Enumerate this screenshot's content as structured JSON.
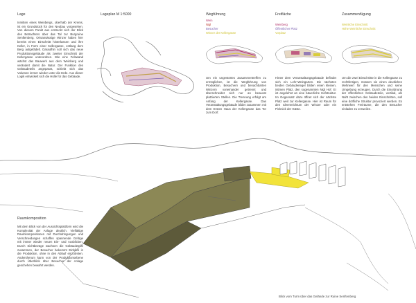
{
  "sections": {
    "lage": {
      "heading": "Lage",
      "text": "Inmitten eines Weinbergs, oberhalb der Krems, ist ein Grundstück für den Neubau vorgesehen. Von diesem Punkt aus erstreckt sich der Blick des Betrachters über das Tal zur Burgruine Senftenberg. Ortsansässige Winzer haben hier bereits einen Einschnitt hinterlassen und ihre Keller, in Form einer Kellergasse, entlang dem Berg aufgefädelt. Daraufhin soll sich das neue Produktionsgebäude als zweiter Einschnitt der Kellergasse unterordnen. Wie eine Felswand wächst das Bauwerk aus dem Weinberg und verändert damit die Natur. Der Funktion des Gebäudeteils angepasst, schiebt sich das Volumen immer wieder unter die Erde. Aus dieser Logik entwickelt sich die Hülle für das Gebäude."
    },
    "lageplan": {
      "heading": "Lageplan M 1:5000"
    },
    "wegfuehrung": {
      "heading": "Wegführung",
      "legend": [
        {
          "label": "Wein",
          "color": "#b2336a"
        },
        {
          "label": "Nigl",
          "color": "#b83a2e"
        },
        {
          "label": "Besucher",
          "color": "#7a5fb0"
        },
        {
          "label": "Winzer der Kellergasse",
          "color": "#d8cc3a"
        }
      ],
      "text": "Um ein ungestörtes Zusammentreffen zu ermöglichen, ist die Wegführung von Produktion, Besuchern und benachbarten Winzern voneinander getrennt und überschneidet sich nur an bewusst platzierten Stellen. Die Trennung erfolgt am Anfang der Kellergasse. Das Veranstaltungsgebäude bildet zusammen mit dem Ersten Haus der Kellergasse das Tor zum Dorf."
    },
    "freiflaeche": {
      "heading": "Freifläche",
      "legend": [
        {
          "label": "Weinberg",
          "color": "#b2336a"
        },
        {
          "label": "Öffentlicher Platz",
          "color": "#7a5fb0"
        },
        {
          "label": "Vorplatz",
          "color": "#d8cc3a"
        }
      ],
      "text": "Hinter dem Veranstaltungsgebäude befindet sich ein Lehr-Weingarten. Die nächsten beiden Gebäuderiegel bilden einen kleinen, intimen Platz, den sogenannten Nigl Hof. Er ist angelehnt an eine bäuerliche Hofstruktur. Im Gegensatz dazu öffnet sich der nächste Platz weit zur Kellergasse. Hier ist Raum für den Ideenreichtum der Winzer oder ein Picknick der Gäste."
    },
    "zusammenfuegung": {
      "heading": "Zusammenfügung",
      "legend": [
        {
          "label": "Weinliche Einschnitt",
          "color": "#d8cc3a"
        },
        {
          "label": "Höhe Weinliche Einschnitt",
          "color": "#d8cc3a"
        }
      ],
      "text": "Um die zwei Einschnitte in die Kellergasse zu rechtfertigen, müssen sie einen deutlichen Mehrwert für den Menschen und seine Umgebung erzeugen. Durch die Einordnung der öffentlichen Gebäudeteile, vertikal, als Naht zwischen den beiden Einschnitten, soll eine dörfliche Struktur provoziert werden. Es entstehen Freiräume, die den Besucher einladen zu verweilen."
    },
    "raumkomposition": {
      "heading": "Raumkomposition",
      "text": "Mit dem Blick von der Aussichtsplattform wird die Komplexität der Anlage deutlich. Vielfältige Raumkompositionen mit Durchdringungen und Verschneidungen schaffen spannende Gefüge mit immer wieder neuen Ein- und Ausblicken. Durch Sichtbezüge wachsen die Gebäudeteile zusammen, der Besucher bekommt Einblick in die Produktion, ohne in den Ablauf einzutreten. Andersherum kann von der Produktionsebene durch Überblick über Besucher der Anlage geschehen bewahrt werden."
    }
  },
  "caption": "Blick vom Turm über das Gelände zur Ruine Senftenberg",
  "colors": {
    "building_dark": "#6e6a45",
    "building_mid": "#8c8856",
    "building_light": "#a9a56e",
    "accent_yellow": "#f2e33a",
    "line": "#555555"
  }
}
